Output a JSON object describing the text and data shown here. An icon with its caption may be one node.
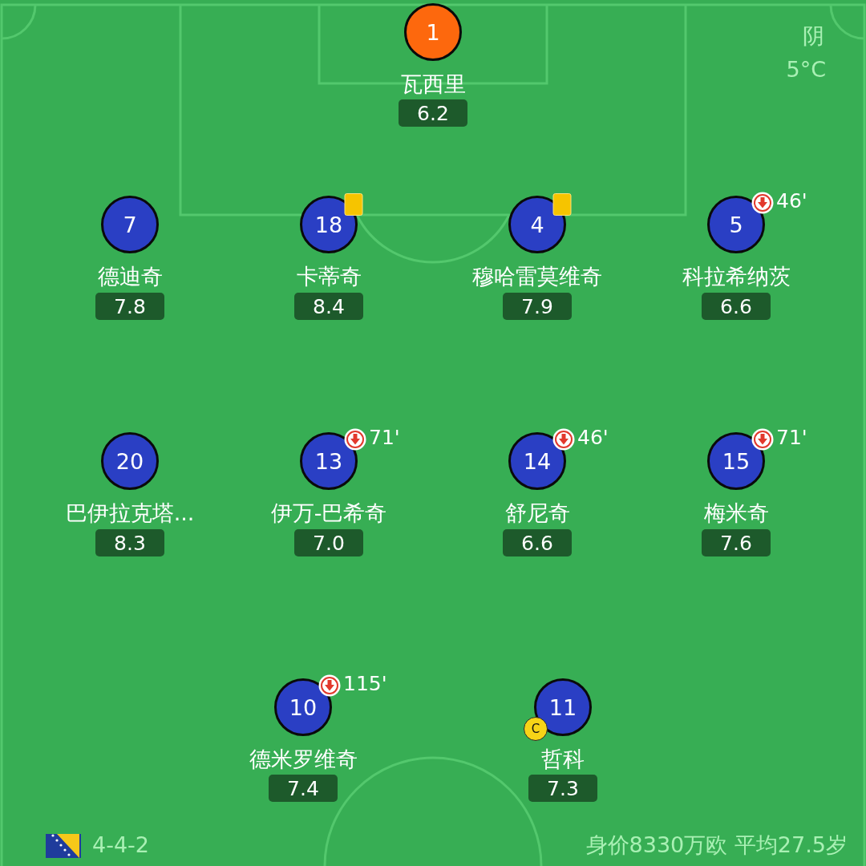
{
  "diagram": {
    "nodes": [
      {
        "text": [
          "1"
        ],
        "beside": [
          "瓦西里"
        ]
      },
      {
        "text": [
          "6.2"
        ]
      },
      {
        "text": [
          "7"
        ],
        "beside": [
          "德迪奇"
        ]
      },
      {
        "text": [
          "7.8"
        ]
      },
      {
        "text": [
          "18"
        ],
        "beside": [
          "卡蒂奇"
        ]
      },
      {
        "text": [
          "8.4"
        ]
      },
      {
        "text": [
          "4"
        ],
        "beside": [
          "穆哈雷莫维奇"
        ]
      },
      {
        "text": [
          "7.9"
        ]
      },
      {
        "text": [
          "5"
        ],
        "beside": [
          "科拉希纳茨",
          "46'"
        ]
      },
      {
        "text": [
          "6.6"
        ]
      },
      {
        "text": [
          "20"
        ],
        "beside": [
          "巴伊拉克塔..."
        ]
      },
      {
        "text": [
          "8.3"
        ]
      },
      {
        "text": [
          "13"
        ],
        "beside": [
          "伊万-巴希奇",
          "71'"
        ]
      },
      {
        "text": [
          "7.0"
        ]
      },
      {
        "text": [
          "14"
        ],
        "beside": [
          "舒尼奇",
          "46'"
        ]
      },
      {
        "text": [
          "6.6"
        ]
      },
      {
        "text": [
          "15"
        ],
        "beside": [
          "梅米奇",
          "71'"
        ]
      },
      {
        "text": [
          "7.6"
        ]
      },
      {
        "text": [
          "10"
        ],
        "beside": [
          "德米罗维奇",
          "115'"
        ]
      },
      {
        "text": [
          "7.4"
        ]
      },
      {
        "text": [
          "11"
        ],
        "beside": [
          "哲科"
        ]
      },
      {
        "text": [
          "C"
        ]
      },
      {
        "text": [
          "7.3"
        ]
      }
    ],
    "labels": [
      "阴",
      "5°C",
      "4-4-2",
      "身价8330万欧 平均27.5岁"
    ]
  }
}
